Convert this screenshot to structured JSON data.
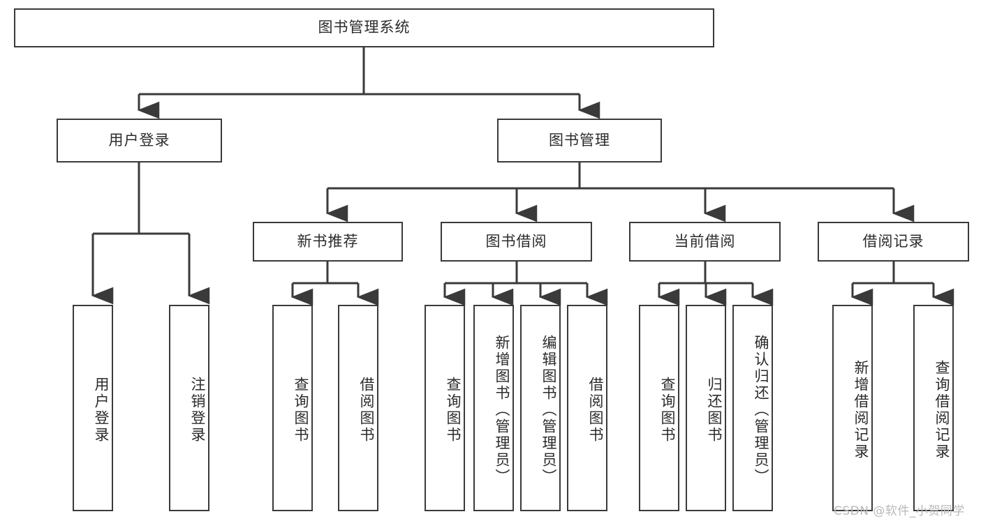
{
  "diagram": {
    "title": "图书管理系统",
    "watermark": "CSDN @软件_小贺同学",
    "line_color": "#3a3a3a",
    "box_fill": "#ffffff",
    "text_color": "#2b2b2b",
    "levels": {
      "root": {
        "label": "图书管理系统"
      },
      "level2": [
        {
          "label": "用户登录"
        },
        {
          "label": "图书管理"
        }
      ],
      "level3": [
        {
          "label": "新书推荐"
        },
        {
          "label": "图书借阅"
        },
        {
          "label": "当前借阅"
        },
        {
          "label": "借阅记录"
        }
      ],
      "level4": [
        {
          "label": "用户登录",
          "parent": "用户登录"
        },
        {
          "label": "注销登录",
          "parent": "用户登录"
        },
        {
          "label": "查询图书",
          "parent": "新书推荐"
        },
        {
          "label": "借阅图书",
          "parent": "新书推荐"
        },
        {
          "label": "查询图书",
          "parent": "图书借阅"
        },
        {
          "label": "新增图书（管理员）",
          "parent": "图书借阅"
        },
        {
          "label": "编辑图书（管理员）",
          "parent": "图书借阅"
        },
        {
          "label": "借阅图书",
          "parent": "图书借阅"
        },
        {
          "label": "查询图书",
          "parent": "当前借阅"
        },
        {
          "label": "归还图书",
          "parent": "当前借阅"
        },
        {
          "label": "确认归还（管理员）",
          "parent": "当前借阅"
        },
        {
          "label": "新增借阅记录",
          "parent": "借阅记录"
        },
        {
          "label": "查询借阅记录",
          "parent": "借阅记录"
        }
      ]
    }
  }
}
